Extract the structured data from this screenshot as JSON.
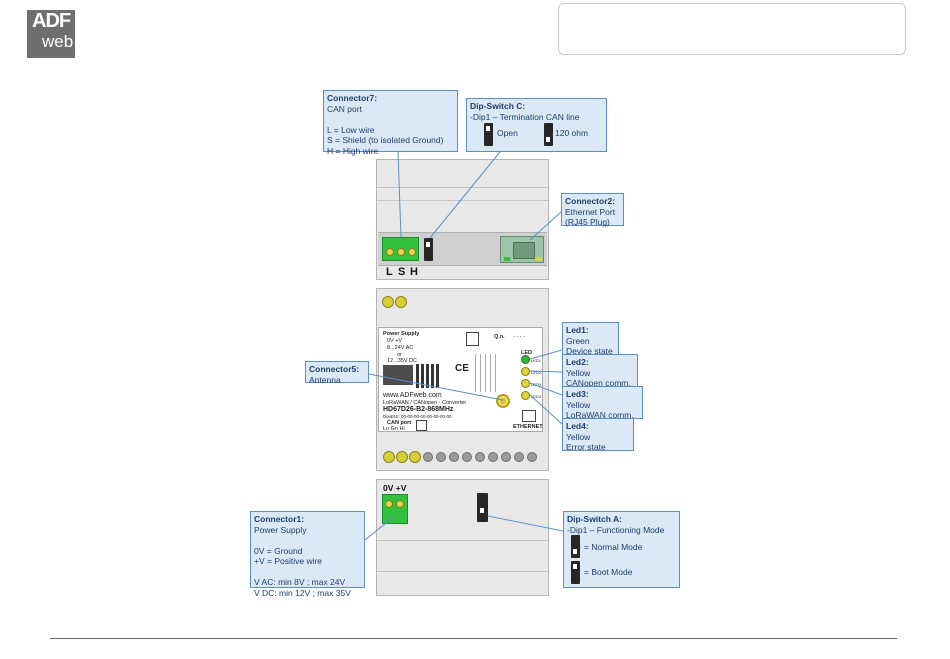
{
  "logo": {
    "line1": "ADF",
    "line2": "web"
  },
  "callouts": {
    "connector7": {
      "title": "Connector7:",
      "lines": [
        "CAN port",
        "",
        "L = Low wire",
        "S = Shield (to isolated Ground)",
        "H = High wire"
      ]
    },
    "dipswitch_c": {
      "title": "Dip-Switch C:",
      "line1": "-Dip1 – Termination CAN line",
      "open": "Open",
      "ohm": "120 ohm"
    },
    "connector2": {
      "title": "Connector2:",
      "lines": [
        "Ethernet Port",
        "(RJ45 Plug)"
      ]
    },
    "connector5": {
      "title": "Connector5:",
      "lines": [
        "Antenna"
      ]
    },
    "led1": {
      "title": "Led1:",
      "lines": [
        "Green",
        "Device state"
      ]
    },
    "led2": {
      "title": "Led2:",
      "lines": [
        "Yellow",
        "CANopen comm."
      ]
    },
    "led3": {
      "title": "Led3:",
      "lines": [
        "Yellow",
        "LoRaWAN comm."
      ]
    },
    "led4": {
      "title": "Led4:",
      "lines": [
        "Yellow",
        "Error state"
      ]
    },
    "connector1": {
      "title": "Connector1:",
      "lines": [
        "Power Supply",
        "",
        "0V = Ground",
        "+V = Positive wire",
        "",
        "V AC: min 8V ; max 24V",
        "V DC: min 12V ; max 35V"
      ]
    },
    "dipswitch_a": {
      "title": "Dip-Switch A:",
      "line1": "-Dip1 – Functioning Mode",
      "normal": "= Normal Mode",
      "boot": "= Boot Mode"
    }
  },
  "device": {
    "can_letters": [
      "L",
      "S",
      "H"
    ],
    "power_label": "0V +V",
    "label": {
      "power_supply": "Power Supply",
      "ov_v": "0V    +V",
      "ac": "8...24V AC",
      "or": "or",
      "dc": "12...35V DC",
      "qn": "Q.n.",
      "qn_value": "- - - -",
      "led": "LED",
      "led_names": [
        "LED1",
        "LED2",
        "LED3",
        "LED4"
      ],
      "website": "www.ADFweb.com",
      "subtitle": "LoRaWAN / CANopen - Converter",
      "model": "HD67D26-B2-868MHz",
      "eui": "DevEUI: 00-00-00-00-00-00-00-00",
      "can_port": "CAN port",
      "can_pins": "Lo  Gn  Hi",
      "ethernet": "ETHERNET",
      "ce": "CE"
    }
  },
  "colors": {
    "callout_bg": "#dbe9f7",
    "callout_border": "#5b8fc7",
    "terminal_green": "#33c23d",
    "led_green": "#35b43a",
    "led_yellow": "#e1d43a"
  }
}
